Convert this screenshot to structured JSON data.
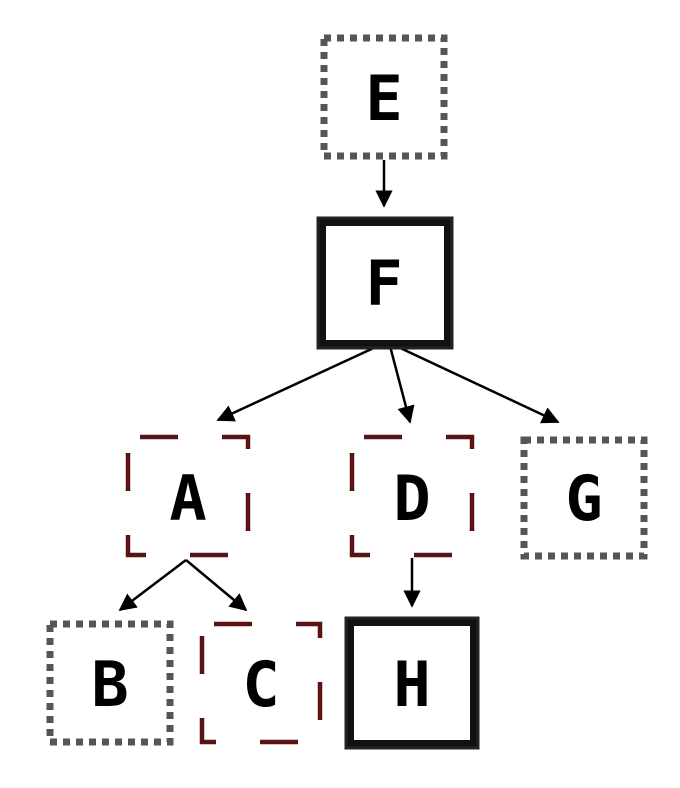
{
  "diagram": {
    "nodes": [
      {
        "id": "E",
        "label": "E",
        "style": "dotted"
      },
      {
        "id": "F",
        "label": "F",
        "style": "bold"
      },
      {
        "id": "A",
        "label": "A",
        "style": "dashed"
      },
      {
        "id": "D",
        "label": "D",
        "style": "dashed"
      },
      {
        "id": "G",
        "label": "G",
        "style": "dotted"
      },
      {
        "id": "B",
        "label": "B",
        "style": "dotted"
      },
      {
        "id": "C",
        "label": "C",
        "style": "dashed"
      },
      {
        "id": "H",
        "label": "H",
        "style": "bold"
      }
    ],
    "edges": [
      {
        "from": "E",
        "to": "F"
      },
      {
        "from": "F",
        "to": "A"
      },
      {
        "from": "F",
        "to": "D"
      },
      {
        "from": "F",
        "to": "G"
      },
      {
        "from": "A",
        "to": "B"
      },
      {
        "from": "A",
        "to": "C"
      },
      {
        "from": "D",
        "to": "H"
      }
    ],
    "colors": {
      "dotted_border": "#555555",
      "dashed_border": "#5a1212",
      "bold_border": "#111111",
      "edge": "#000000",
      "label": "#000000"
    }
  }
}
